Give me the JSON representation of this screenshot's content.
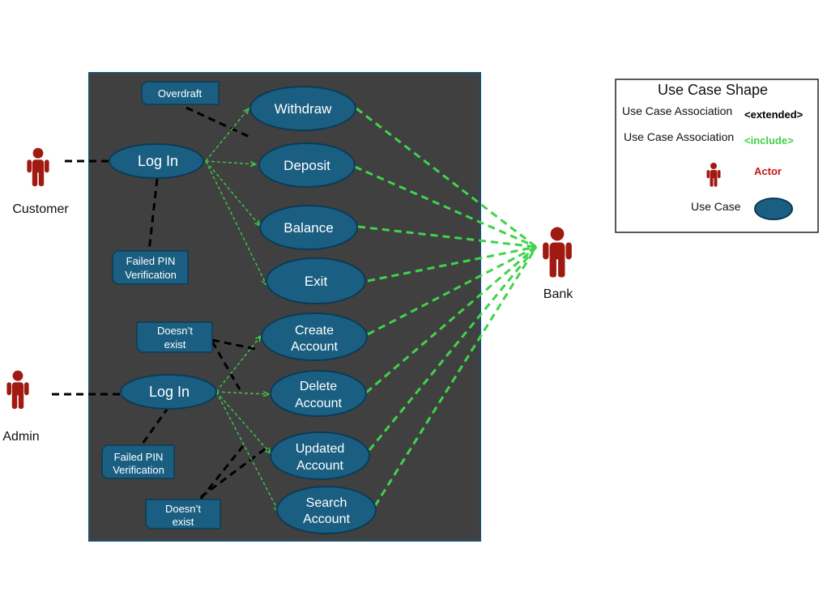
{
  "actors": {
    "customer": "Customer",
    "admin": "Admin",
    "bank": "Bank"
  },
  "use_cases": {
    "customer_login": "Log In",
    "withdraw": "Withdraw",
    "deposit": "Deposit",
    "balance": "Balance",
    "exit": "Exit",
    "admin_login": "Log In",
    "create_account": [
      "Create",
      "Account"
    ],
    "delete_account": [
      "Delete",
      "Account"
    ],
    "updated_account": [
      "Updated",
      "Account"
    ],
    "search_account": [
      "Search",
      "Account"
    ]
  },
  "notes": {
    "overdraft": "Overdraft",
    "failed_pin_customer": [
      "Failed PIN",
      "Verification"
    ],
    "doesnt_exist_1": [
      "Doesn’t",
      "exist"
    ],
    "failed_pin_admin": [
      "Failed PIN",
      "Verification"
    ],
    "doesnt_exist_2": [
      "Doesn’t",
      "exist"
    ]
  },
  "legend": {
    "title": "Use Case Shape",
    "assoc_extended_label": "Use Case Association",
    "assoc_extended_tag": "<extended>",
    "assoc_include_label": "Use Case Association",
    "assoc_include_tag": "<include>",
    "actor_label": "Actor",
    "use_case_label": "Use Case"
  },
  "colors": {
    "system_bg": "#404040",
    "use_case_fill": "#1a5f82",
    "include_line": "#3fd34a",
    "extend_line": "#000000",
    "actor": "#a01a12"
  }
}
